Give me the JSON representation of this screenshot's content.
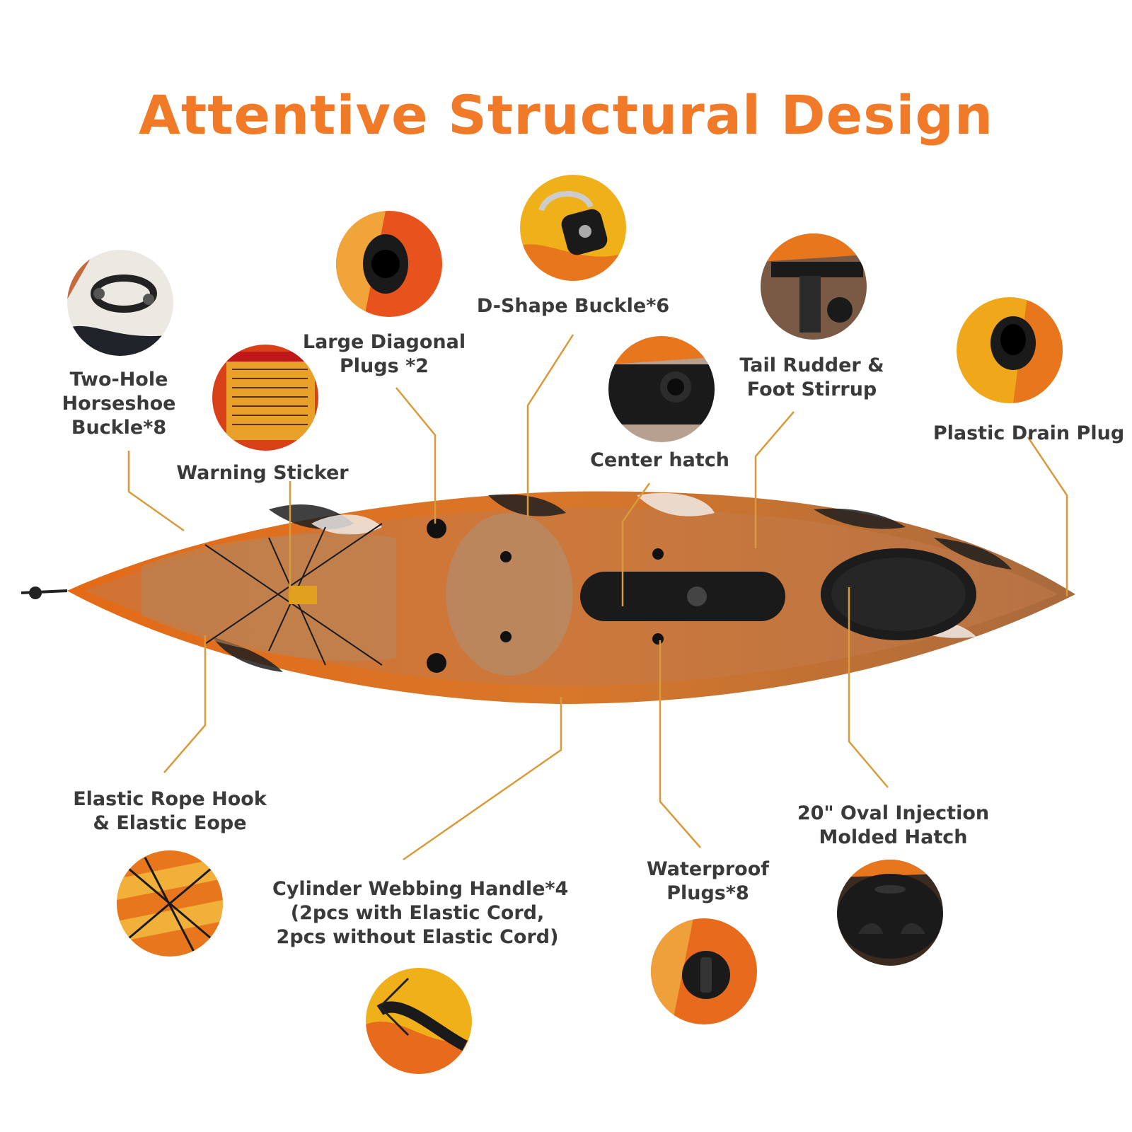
{
  "title": "Attentive Structural Design",
  "features": {
    "horseshoe_buckle": "Two-Hole\nHorseshoe\nBuckle*8",
    "diagonal_plugs": "Large Diagonal\nPlugs *2",
    "d_shape_buckle": "D-Shape Buckle*6",
    "tail_rudder": "Tail Rudder &\nFoot Stirrup",
    "drain_plug": "Plastic Drain Plug",
    "warning_sticker": "Warning Sticker",
    "center_hatch": "Center hatch",
    "elastic_rope": "Elastic Rope Hook\n& Elastic Eope",
    "webbing_handle": "Cylinder Webbing Handle*4\n(2pcs with Elastic Cord,\n2pcs without Elastic Cord)",
    "waterproof_plugs": "Waterproof\nPlugs*8",
    "oval_hatch": "20\" Oval Injection\nMolded Hatch"
  },
  "colors": {
    "title": "#f07a28",
    "label": "#3a3a3a",
    "leader": "#d99a3a",
    "kayak_orange": "#e8781e",
    "kayak_dark": "#1e1e1e"
  },
  "icons": {
    "horseshoe_buckle": "horseshoe-buckle-photo",
    "diagonal_plugs": "rod-holder-plug-photo",
    "d_shape_buckle": "d-ring-photo",
    "tail_rudder": "foot-stirrup-photo",
    "drain_plug": "drain-plug-photo",
    "warning_sticker": "warning-sticker-photo",
    "center_hatch": "center-hatch-photo",
    "elastic_rope": "bungee-cord-photo",
    "webbing_handle": "carry-handle-photo",
    "waterproof_plugs": "waterproof-plug-photo",
    "oval_hatch": "oval-hatch-photo"
  }
}
